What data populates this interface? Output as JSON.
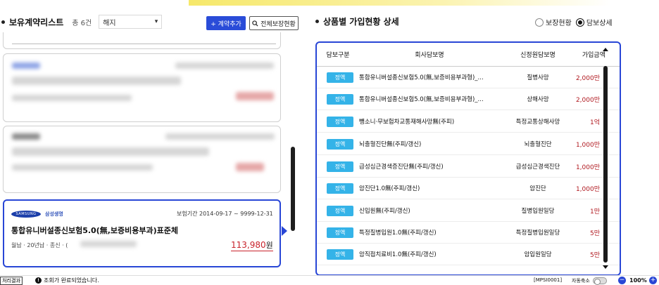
{
  "left_panel": {
    "title": "보유계약리스트",
    "count_label": "총 6건",
    "sort_value": "해지",
    "add_button": "+ 계약추가",
    "all_status_button": "전체보장현황",
    "selected_card": {
      "logo_text": "SAMSUNG",
      "company": "삼성생명",
      "period": "보험기간 2014-09-17 ~ 9999-12-31",
      "product_name": "통합유니버설종신보험5.0(無,보증비용부과)표준체",
      "sub_info": "월납 · 20년납 · 종신 · (",
      "premium": "113,980",
      "premium_unit": "원"
    }
  },
  "right_panel": {
    "title": "상품별 가입현황 상세",
    "radio_coverage": "보장현황",
    "radio_details": "담보상세",
    "columns": {
      "type": "담보구분",
      "name": "회사담보명",
      "standard": "신정원담보명",
      "amount": "가입금액"
    },
    "rows": [
      {
        "tag": "정액",
        "name": "통합유니버설종신보험5.0(無,보증비용부과형)_...",
        "standard": "질병사망",
        "amount": "2,000만"
      },
      {
        "tag": "정액",
        "name": "통합유니버설종신보험5.0(無,보증비용부과형)_...",
        "standard": "상해사망",
        "amount": "2,000만"
      },
      {
        "tag": "정액",
        "name": "뺑소니·무보험차교통재해사망無(주피)",
        "standard": "특정교통상해사망",
        "amount": "1억"
      },
      {
        "tag": "정액",
        "name": "뇌출혈진단無(주피/갱신)",
        "standard": "뇌출혈진단",
        "amount": "1,000만"
      },
      {
        "tag": "정액",
        "name": "급성심근경색증진단無(주피/갱신)",
        "standard": "급성심근경색진단",
        "amount": "1,000만"
      },
      {
        "tag": "정액",
        "name": "암진단1.0無(주피/갱신)",
        "standard": "암진단",
        "amount": "1,000만"
      },
      {
        "tag": "정액",
        "name": "신입원無(주피/갱신)",
        "standard": "질병입원일당",
        "amount": "1만"
      },
      {
        "tag": "정액",
        "name": "특정질병입원1.0無(주피/갱신)",
        "standard": "특정질병입원일당",
        "amount": "5만"
      },
      {
        "tag": "정액",
        "name": "암직접치료비1.0無(주피/갱신)",
        "standard": "암입원일당",
        "amount": "5만"
      }
    ]
  },
  "status_bar": {
    "result_label": "처리결과",
    "message": "조회가 완료되었습니다.",
    "screen_id": "[MPSI0001]",
    "autofit_label": "자동축소",
    "zoom": "100%",
    "zoom_minus": "−",
    "zoom_plus": "+"
  },
  "colors": {
    "accent_blue": "#2846d6",
    "tag_cyan": "#34b3e8",
    "amount_red": "#b0181f"
  }
}
